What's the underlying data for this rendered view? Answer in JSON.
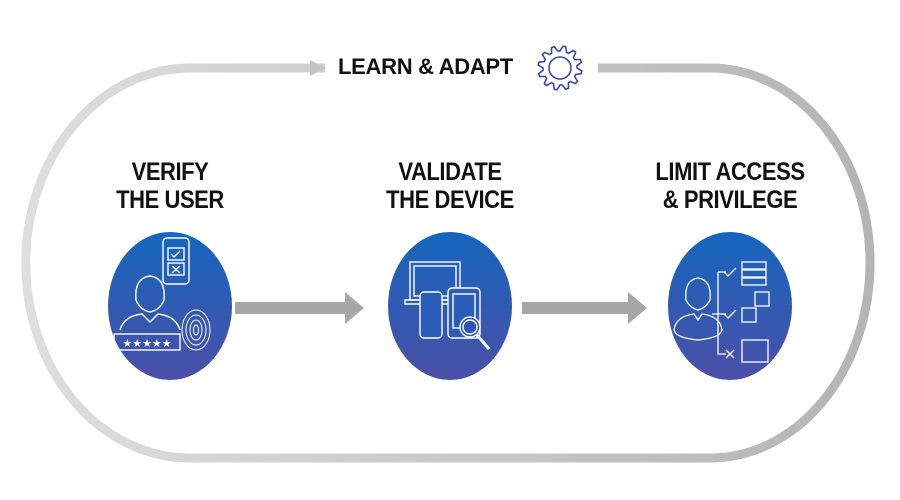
{
  "loop": {
    "label": "LEARN & ADAPT",
    "icon": "gear-icon"
  },
  "steps": [
    {
      "line1": "VERIFY",
      "line2": "THE USER",
      "icon": "user-verification-icon"
    },
    {
      "line1": "VALIDATE",
      "line2": "THE DEVICE",
      "icon": "device-validation-icon"
    },
    {
      "line1": "LIMIT ACCESS",
      "line2": "& PRIVILEGE",
      "icon": "access-control-icon"
    }
  ],
  "colors": {
    "circle_top": "#1565c0",
    "circle_bottom": "#4a4fa8",
    "arrow": "#a6a6a6",
    "loop": "#c8c8c8",
    "gear": "#3a46b0"
  }
}
